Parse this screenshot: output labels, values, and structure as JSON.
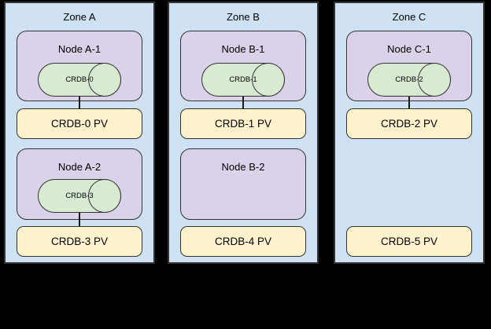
{
  "colors": {
    "background": "#000000",
    "zone_fill": "#cfe2f3",
    "node_fill": "#d9d2e9",
    "pod_fill": "#d9ead3",
    "pv_fill": "#fff2cc",
    "border": "#333333"
  },
  "zones": [
    {
      "label": "Zone A",
      "rows": [
        {
          "node": {
            "label": "Node A-1",
            "pod": "CRDB-0"
          },
          "pv": "CRDB-0 PV",
          "connected": true
        },
        {
          "node": {
            "label": "Node A-2",
            "pod": "CRDB-3"
          },
          "pv": "CRDB-3 PV",
          "connected": true
        }
      ]
    },
    {
      "label": "Zone B",
      "rows": [
        {
          "node": {
            "label": "Node B-1",
            "pod": "CRDB-1"
          },
          "pv": "CRDB-1 PV",
          "connected": true
        },
        {
          "node": {
            "label": "Node B-2",
            "pod": null
          },
          "pv": "CRDB-4 PV",
          "connected": false
        }
      ]
    },
    {
      "label": "Zone C",
      "rows": [
        {
          "node": {
            "label": "Node C-1",
            "pod": "CRDB-2"
          },
          "pv": "CRDB-2 PV",
          "connected": true
        },
        {
          "node": null,
          "pv": "CRDB-5 PV",
          "connected": false
        }
      ]
    }
  ]
}
